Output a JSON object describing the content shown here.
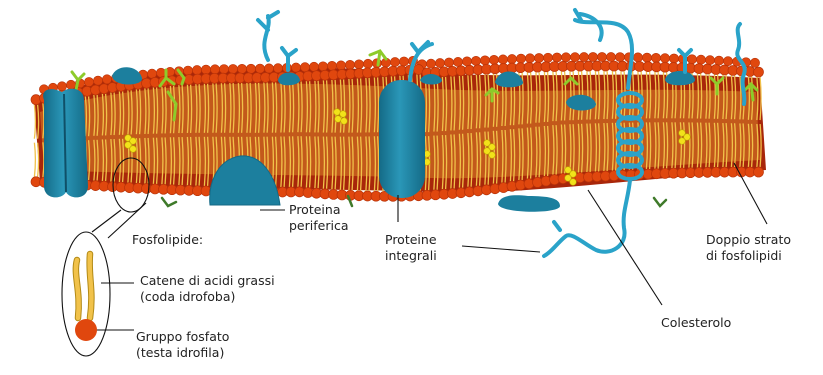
{
  "labels": {
    "phospholipid_title": "Fosfolipide:",
    "fatty_acid_chains": [
      "Catene di acidi grassi",
      "(coda idrofoba)"
    ],
    "phosphate_group": [
      "Gruppo fosfato",
      "(testa idrofila)"
    ],
    "peripheral_protein": [
      "Proteina",
      "periferica"
    ],
    "integral_proteins": [
      "Proteine",
      "integrali"
    ],
    "cholesterol": [
      "Colesterolo"
    ],
    "bilayer": [
      "Doppio strato",
      "di fosfolipidi"
    ]
  },
  "colors": {
    "head": "#e0470e",
    "head_dark": "#b83208",
    "core": "#a8260a",
    "tail": "#f1c24a",
    "protein": "#2187a8",
    "protein_dark": "#146a86",
    "glyco": "#2aa3c9",
    "glycolipid": "#8ecb2a",
    "cholesterol": "#f2e21a"
  }
}
